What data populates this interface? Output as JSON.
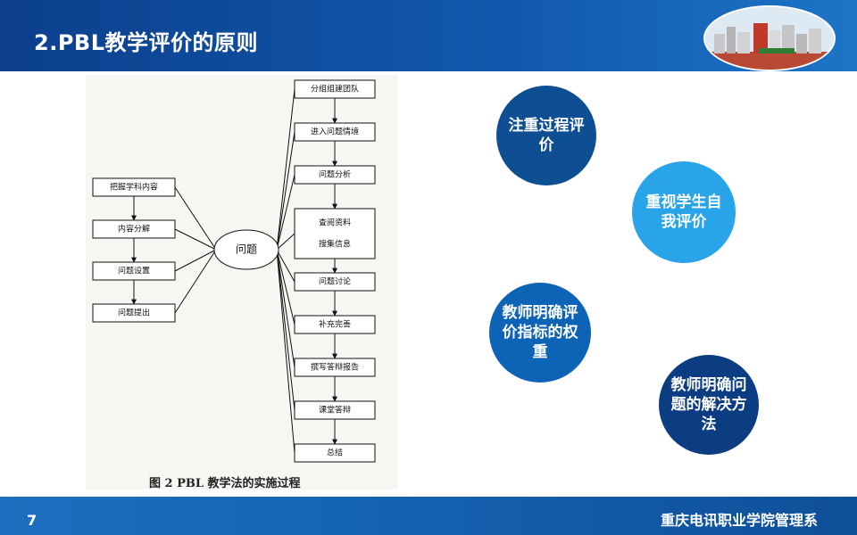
{
  "slide": {
    "title": "2.PBL教学评价的原则",
    "page_number": "7",
    "school": "重庆电讯职业学院管理系"
  },
  "diagram": {
    "center": "问题",
    "left_steps": [
      "把握学科内容",
      "内容分解",
      "问题设置",
      "问题提出"
    ],
    "right_steps": [
      "分组组建团队",
      "进入问题情境",
      "问题分析",
      "查阅资料",
      "搜集信息",
      "问题讨论",
      "补充完善",
      "撰写答辩报告",
      "课堂答辩",
      "总结"
    ],
    "caption": "图 2   PBL 教学法的实施过程"
  },
  "principles": [
    {
      "text": "注重过程评价"
    },
    {
      "text": "重视学生自我评价"
    },
    {
      "text": "教师明确评价指标的权重"
    },
    {
      "text": "教师明确问题的解决方法"
    }
  ],
  "colors": {
    "header": "#1259ad",
    "footer": "#1664b4",
    "circle1": "#0e4e93",
    "circle2": "#2aa4e8",
    "circle3": "#0d63b6",
    "circle4": "#0c3d82"
  }
}
